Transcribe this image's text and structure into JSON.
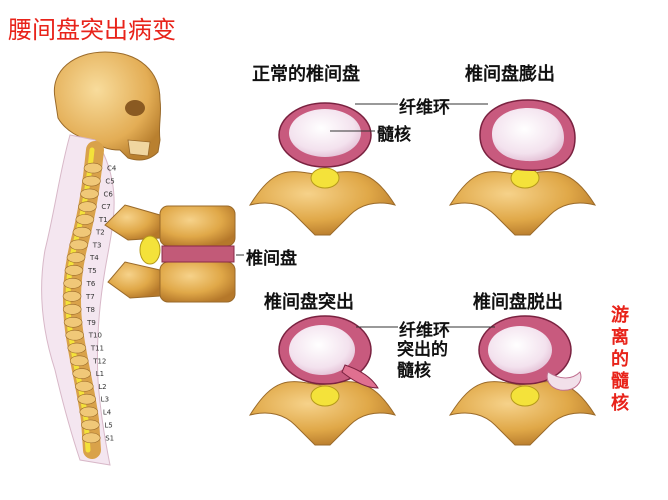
{
  "title": "腰间盘突出病变",
  "panels": {
    "normal": "正常的椎间盘",
    "bulge": "椎间盘膨出",
    "protrusion": "椎间盘突出",
    "prolapse": "椎间盘脱出"
  },
  "labels": {
    "annulus": "纤维环",
    "nucleus": "髓核",
    "disc": "椎间盘",
    "annulus_2": "纤维环",
    "protruded_nucleus": "突出的髓核",
    "free_nucleus": "游离的髓核"
  },
  "vertebra_labels": [
    "C4",
    "C5",
    "C6",
    "C7",
    "T1",
    "T2",
    "T3",
    "T4",
    "T5",
    "T6",
    "T7",
    "T8",
    "T9",
    "T10",
    "T11",
    "T12",
    "L1",
    "L2",
    "L3",
    "L4",
    "L5",
    "S1"
  ],
  "colors": {
    "title": "#e8231a",
    "bone": "#e0a848",
    "disc_ring": "#b84060",
    "nucleus": "#f3e2ee",
    "spinal_cord": "#f4e23a"
  }
}
